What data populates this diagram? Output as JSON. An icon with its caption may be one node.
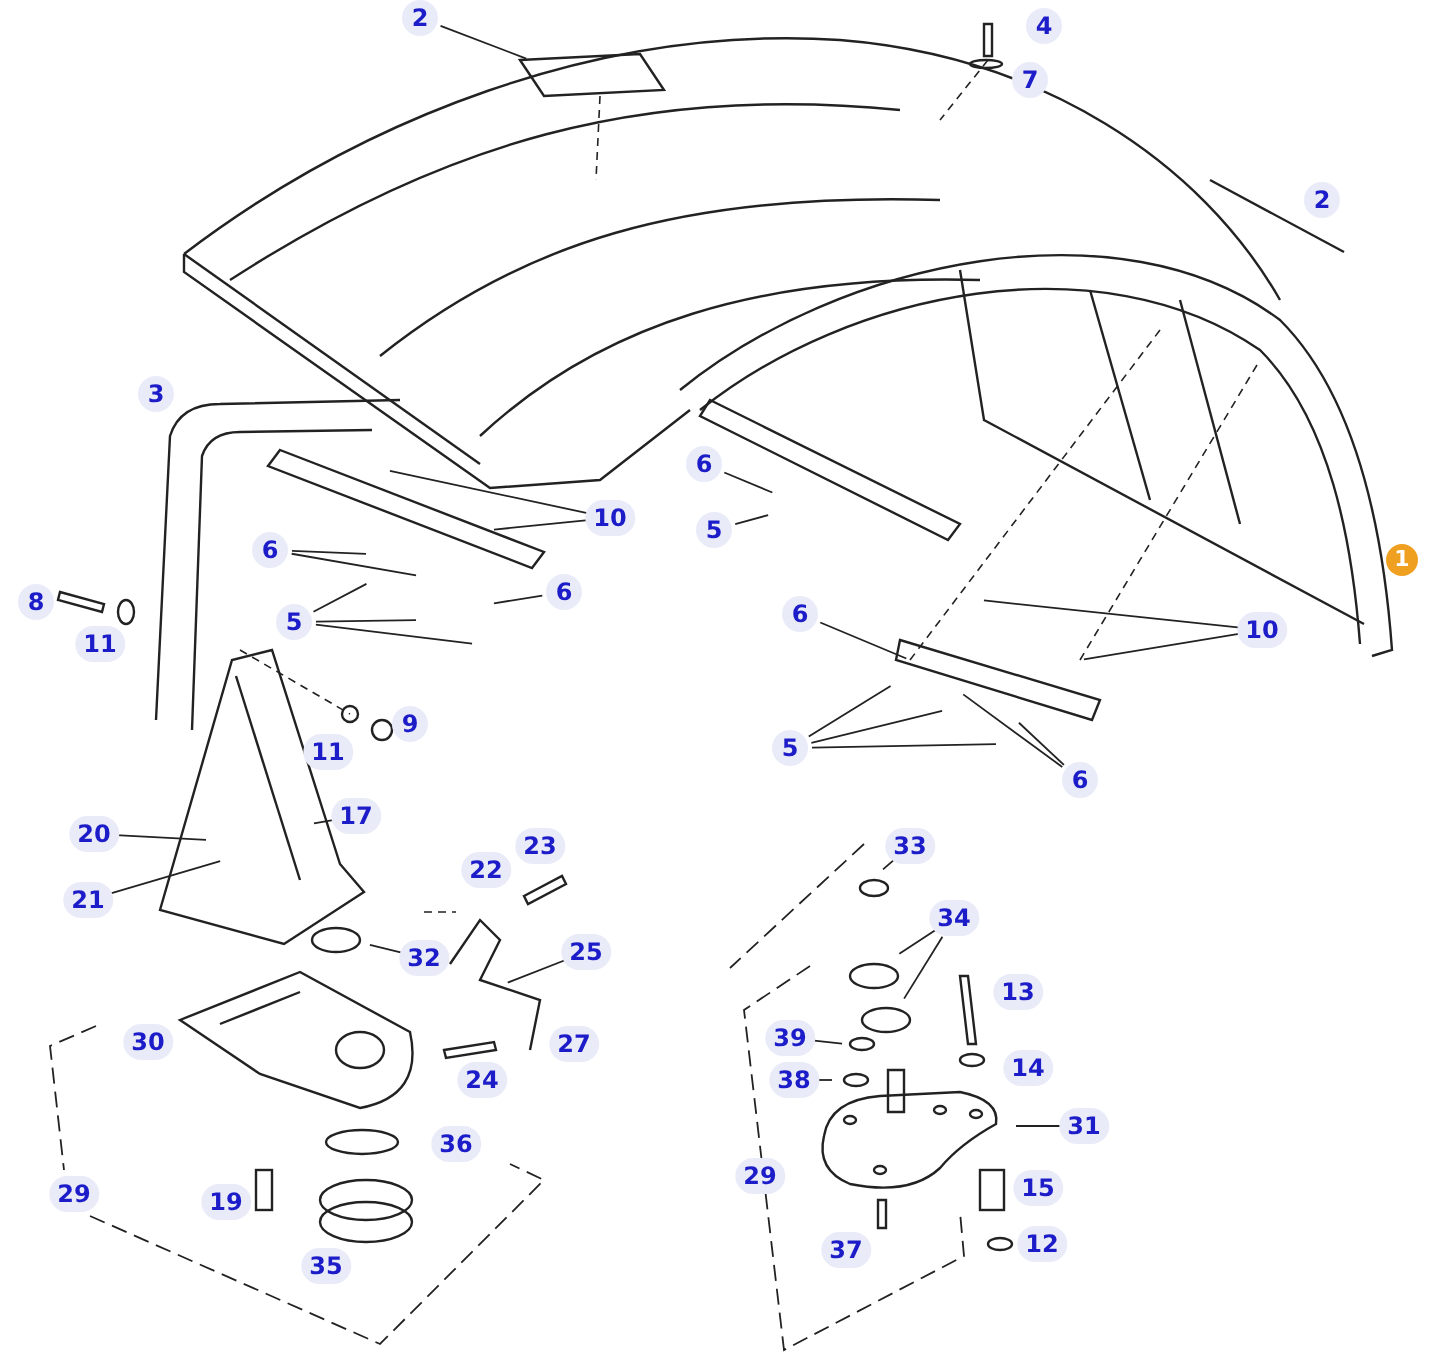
{
  "diagram": {
    "nodes": [
      {
        "text": [
          "2"
        ]
      },
      {
        "text": [
          "10"
        ]
      },
      {
        "text": [
          "6"
        ]
      },
      {
        "text": [
          "6"
        ]
      },
      {
        "text": [
          "5"
        ]
      },
      {
        "text": [
          "6"
        ]
      },
      {
        "text": [
          "5"
        ]
      },
      {
        "text": [
          "1"
        ]
      },
      {
        "text": [
          "10"
        ]
      },
      {
        "text": [
          "6"
        ]
      },
      {
        "text": [
          "5"
        ]
      },
      {
        "text": [
          "6"
        ]
      },
      {
        "text": [
          "17"
        ]
      },
      {
        "text": [
          "20"
        ]
      },
      {
        "text": [
          "21"
        ]
      },
      {
        "text": [
          "32"
        ]
      },
      {
        "text": [
          "25"
        ]
      },
      {
        "text": [
          "33"
        ]
      },
      {
        "text": [
          "34"
        ]
      },
      {
        "text": [
          "39"
        ]
      },
      {
        "text": [
          "38"
        ]
      },
      {
        "text": [
          "31"
        ]
      },
      {
        "text": [
          "4"
        ]
      },
      {
        "text": [
          "7"
        ]
      },
      {
        "text": [
          "2"
        ]
      },
      {
        "text": [
          "3"
        ]
      },
      {
        "text": [
          "8"
        ]
      },
      {
        "text": [
          "11"
        ]
      },
      {
        "text": [
          "9"
        ]
      },
      {
        "text": [
          "11"
        ]
      },
      {
        "text": [
          "23"
        ]
      },
      {
        "text": [
          "22"
        ]
      },
      {
        "text": [
          "30"
        ]
      },
      {
        "text": [
          "13"
        ]
      },
      {
        "text": [
          "27"
        ]
      },
      {
        "text": [
          "14"
        ]
      },
      {
        "text": [
          "24"
        ]
      },
      {
        "text": [
          "36"
        ]
      },
      {
        "text": [
          "29"
        ]
      },
      {
        "text": [
          "29"
        ]
      },
      {
        "text": [
          "15"
        ]
      },
      {
        "text": [
          "19"
        ]
      },
      {
        "text": [
          "12"
        ]
      },
      {
        "text": [
          "37"
        ]
      },
      {
        "text": [
          "35"
        ]
      }
    ],
    "edges": [
      {
        "from": 0,
        "to": null,
        "arrow": "none"
      },
      {
        "from": 1,
        "to": null,
        "arrow": "none"
      },
      {
        "from": 1,
        "to": null,
        "arrow": "none"
      },
      {
        "from": 2,
        "to": null,
        "arrow": "none"
      },
      {
        "from": 2,
        "to": null,
        "arrow": "none"
      },
      {
        "from": 3,
        "to": null,
        "arrow": "none"
      },
      {
        "from": 4,
        "to": null,
        "arrow": "none"
      },
      {
        "from": 4,
        "to": null,
        "arrow": "none"
      },
      {
        "from": 4,
        "to": null,
        "arrow": "none"
      },
      {
        "from": 5,
        "to": null,
        "arrow": "none"
      },
      {
        "from": 6,
        "to": null,
        "arrow": "none"
      },
      {
        "from": 8,
        "to": null,
        "arrow": "none"
      },
      {
        "from": 8,
        "to": null,
        "arrow": "none"
      },
      {
        "from": 9,
        "to": null,
        "arrow": "none"
      },
      {
        "from": 10,
        "to": null,
        "arrow": "none"
      },
      {
        "from": 10,
        "to": null,
        "arrow": "none"
      },
      {
        "from": 10,
        "to": null,
        "arrow": "none"
      },
      {
        "from": 11,
        "to": null,
        "arrow": "none"
      },
      {
        "from": 11,
        "to": null,
        "arrow": "none"
      },
      {
        "from": 12,
        "to": null,
        "arrow": "none"
      },
      {
        "from": 13,
        "to": null,
        "arrow": "none"
      },
      {
        "from": 14,
        "to": null,
        "arrow": "none"
      },
      {
        "from": 15,
        "to": null,
        "arrow": "none"
      },
      {
        "from": 16,
        "to": null,
        "arrow": "none"
      },
      {
        "from": 17,
        "to": null,
        "arrow": "none"
      },
      {
        "from": 18,
        "to": null,
        "arrow": "none"
      },
      {
        "from": 18,
        "to": null,
        "arrow": "none"
      },
      {
        "from": 19,
        "to": null,
        "arrow": "none"
      },
      {
        "from": 20,
        "to": null,
        "arrow": "none"
      },
      {
        "from": 21,
        "to": null,
        "arrow": "none"
      }
    ]
  }
}
